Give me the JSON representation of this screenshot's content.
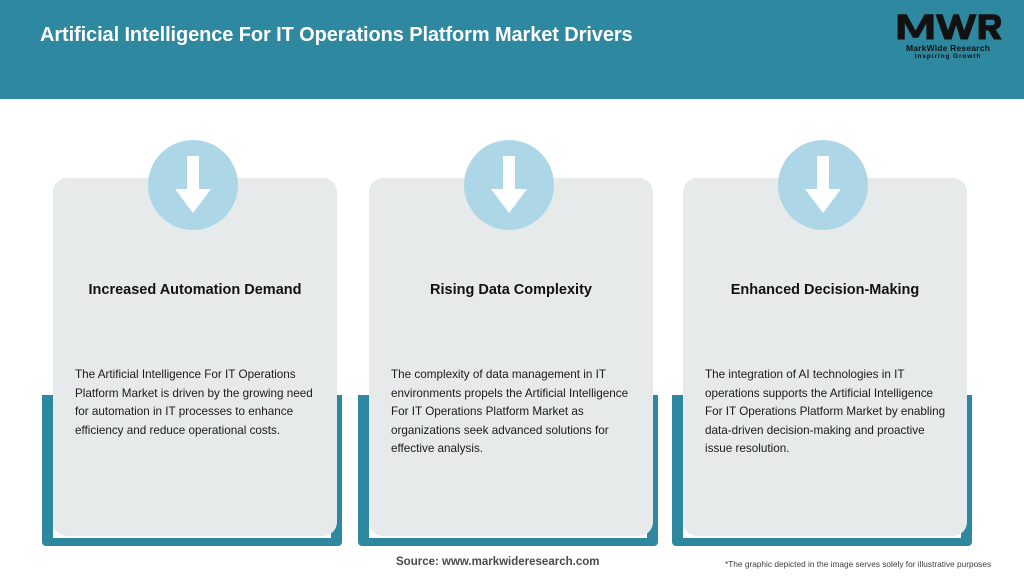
{
  "header": {
    "title": "Artificial Intelligence For IT Operations Platform Market Drivers",
    "background_color": "#2E88A0",
    "title_color": "#FFFFFF"
  },
  "logo": {
    "mark": "MWR",
    "name": "MarkWide Research",
    "tagline": "Inspiring Growth"
  },
  "theme": {
    "accent_teal": "#2E88A0",
    "card_background": "#E6EAEB",
    "badge_blue": "#ADD7E6",
    "arrow_color": "#FFFFFF",
    "page_background": "#FFFFFF"
  },
  "cards": [
    {
      "icon": "down-arrow-icon",
      "title": "Increased Automation Demand",
      "body": "The Artificial Intelligence For IT Operations Platform Market is driven by the growing need for automation in IT processes to enhance efficiency and reduce operational costs."
    },
    {
      "icon": "down-arrow-icon",
      "title": "Rising Data Complexity",
      "body": "The complexity of data management in IT environments propels the Artificial Intelligence For IT Operations Platform Market as organizations seek advanced solutions for effective analysis."
    },
    {
      "icon": "down-arrow-icon",
      "title": "Enhanced Decision-Making",
      "body": "The integration of AI technologies in IT operations supports the Artificial Intelligence For IT Operations Platform Market by enabling data-driven decision-making and proactive issue resolution."
    }
  ],
  "footer": {
    "source": "Source: www.markwideresearch.com",
    "disclaimer": "*The graphic depicted in the image serves solely for illustrative purposes"
  }
}
